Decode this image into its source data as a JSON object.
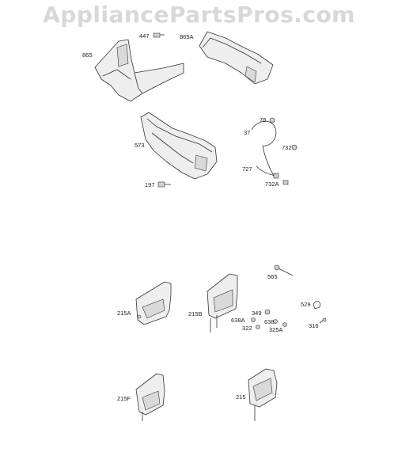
{
  "watermark": "AppliancePartsPros.com",
  "labels": {
    "l447": "447",
    "l865": "865",
    "l865A": "865A",
    "l573": "573",
    "l78": "78",
    "l37": "37",
    "l732": "732",
    "l727": "727",
    "l732A": "732A",
    "l197": "197",
    "l565": "565",
    "l215A": "215A",
    "l215B": "215B",
    "l349": "349",
    "l529": "529",
    "l638A": "638A",
    "l638": "638",
    "l322": "322",
    "l325A": "325A",
    "l316": "316",
    "l215F": "215F",
    "l215": "215"
  }
}
